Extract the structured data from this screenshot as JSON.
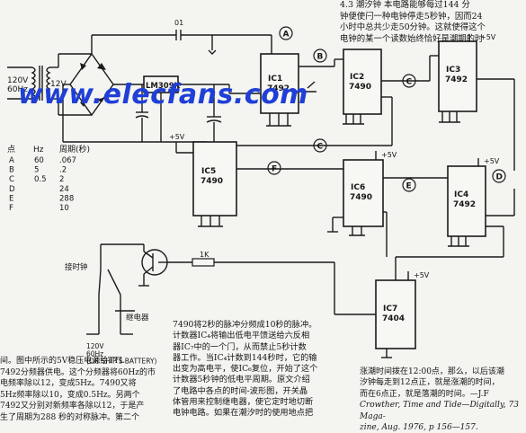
{
  "top_note": {
    "line1": "4.3 潮汐钟  本电路能够每过144 分",
    "line2": "钟便使闩一种电钟停走5秒钟，因而24",
    "line3": "小时中总共少走50分钟。这就使得这个",
    "line4": "电钟的某一个读数始终恰好是潮期的时"
  },
  "watermark": "www.elecfans.com",
  "power": {
    "input": "120V\n60Hz",
    "transformer": "12V",
    "regulator": "LM309K",
    "vcc": "+5V"
  },
  "ics": [
    {
      "id": "IC1",
      "part": "7492"
    },
    {
      "id": "IC2",
      "part": "7490"
    },
    {
      "id": "IC3",
      "part": "7492"
    },
    {
      "id": "IC4",
      "part": "7492"
    },
    {
      "id": "IC5",
      "part": "7490"
    },
    {
      "id": "IC6",
      "part": "7490"
    },
    {
      "id": "IC7",
      "part": "7404"
    }
  ],
  "nodes": [
    "A",
    "B",
    "C",
    "D",
    "E",
    "F"
  ],
  "cap_label": "01",
  "resistor_label": "1K",
  "relay": {
    "label_top": "接时钟",
    "label_right": "继电器",
    "supply": "120V\n60Hz\n(OR SHIP'S BATTERY)"
  },
  "table": {
    "headers": [
      "点",
      "Hz",
      "周期(秒)"
    ],
    "rows": [
      [
        "A",
        "60",
        ".067"
      ],
      [
        "B",
        "5",
        ".2"
      ],
      [
        "C",
        "0.5",
        "2"
      ],
      [
        "D",
        "",
        "24"
      ],
      [
        "E",
        "",
        "288"
      ],
      [
        "F",
        "",
        "10"
      ]
    ]
  },
  "mid_paragraph": {
    "line1": "7490将2秒的脉冲分频成10秒的脉冲。",
    "line2": "计数器IC₄将输出低电平馈送给六反相",
    "line3": "器IC₇中的一个门，从而禁止5秒计数",
    "line4": "器工作。当IC₄计数到144秒时，它的输",
    "line5": "出变为高电平，使IC₆复位，开始了这个",
    "line6": "计数器5秒钟的低电平周期。原文介绍",
    "line7": "了电路中各点的时间-波形图，开关晶",
    "line8": "体管用来控制继电器，使它定时地切断",
    "line9": "电钟电路。如果在潮汐时的使用地点把"
  },
  "left_paragraph": {
    "line1": "间。图中所示的5V稳压电源给TTL",
    "line2": "7492分频器供电。这个分频器将60Hz的市",
    "line3": "电频率除以12，变成5Hz。7490又将",
    "line4": "5Hz频率除以10，变成0.5Hz。另两个",
    "line5": "7492又分别对新频率各除以12，于是产",
    "line6": "生了周期为288 秒的对称脉冲。第二个"
  },
  "right_paragraph": {
    "line1": "涨潮时间拨在12:00点，那么，以后该潮",
    "line2": "汐钟每走到12点正，就是涨潮的时间，",
    "line3": "而在6点正，就是落潮的时间。—J.F",
    "ref1": "Crowther, Time and Tide—Digitally, 73 Maga-",
    "ref2": "zine, Aug. 1976, p 156—157."
  }
}
